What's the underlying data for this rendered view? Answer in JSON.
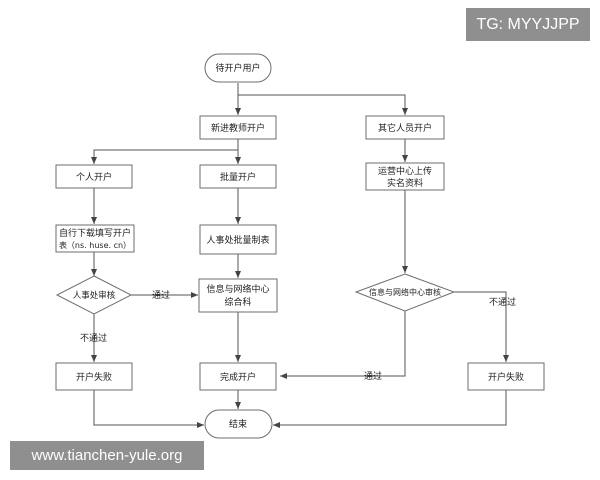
{
  "nodes": {
    "start": "待开户用户",
    "new_teacher": "新进教师开户",
    "other_staff": "其它人员开户",
    "personal": "个人开户",
    "batch": "批量开户",
    "other_upload": [
      "运营中心上传",
      "实名资料"
    ],
    "download_form": [
      "自行下载填写开户",
      "表（ns. huse. cn）"
    ],
    "hr_batch": "人事处批量制表",
    "hr_review": "人事处审核",
    "info_center": [
      "信息与网络中心",
      "综合科"
    ],
    "info_review": "信息与网络中心审核",
    "fail_left": "开户失败",
    "complete": "完成开户",
    "fail_right": "开户失败",
    "end": "结束"
  },
  "edges": {
    "pass_hr": "通过",
    "fail_hr": "不通过",
    "pass_info": "通过",
    "fail_info": "不通过"
  },
  "watermarks": {
    "top": "TG: MYYJJPP",
    "bottom": "www.tianchen-yule.org"
  }
}
